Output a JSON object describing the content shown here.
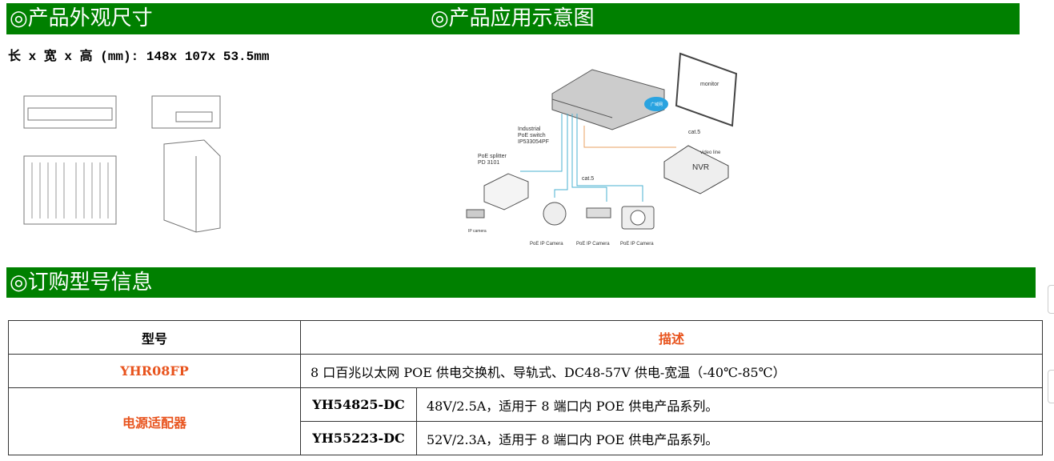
{
  "sections": {
    "dimensions": "◎产品外观尺寸",
    "application": "◎产品应用示意图",
    "ordering": "◎订购型号信息"
  },
  "dimensions_text": "长 x 宽 x 高 (mm): 148x 107x 53.5mm",
  "diagram": {
    "switch_label": [
      "Industrial",
      "PoE switch",
      "IP533054PF"
    ],
    "splitter_label": [
      "PoE splitter",
      "PD 3101"
    ],
    "cat5": "cat.5",
    "cat5_b": "cat.5",
    "monitor": "monitor",
    "nvr": "NVR",
    "video_line": "video line",
    "ip_camera": "IP camera",
    "poe_cameras": [
      "PoE IP Camera",
      "PoE IP Camera",
      "PoE IP Camera"
    ],
    "cloud": "广域网"
  },
  "table": {
    "headers": [
      "型号",
      "描述"
    ],
    "row1": {
      "model": "YHR08FP",
      "desc": "8 口百兆以太网 POE 供电交换机、导轨式、DC48-57V 供电-宽温（-40℃-85℃）"
    },
    "adapter": {
      "label": "电源适配器",
      "items": [
        {
          "model": "YH54825-DC",
          "desc": "48V/2.5A，适用于 8 端口内 POE 供电产品系列。"
        },
        {
          "model": "YH55223-DC",
          "desc": "52V/2.3A，适用于 8 端口内 POE 供电产品系列。"
        }
      ]
    }
  }
}
